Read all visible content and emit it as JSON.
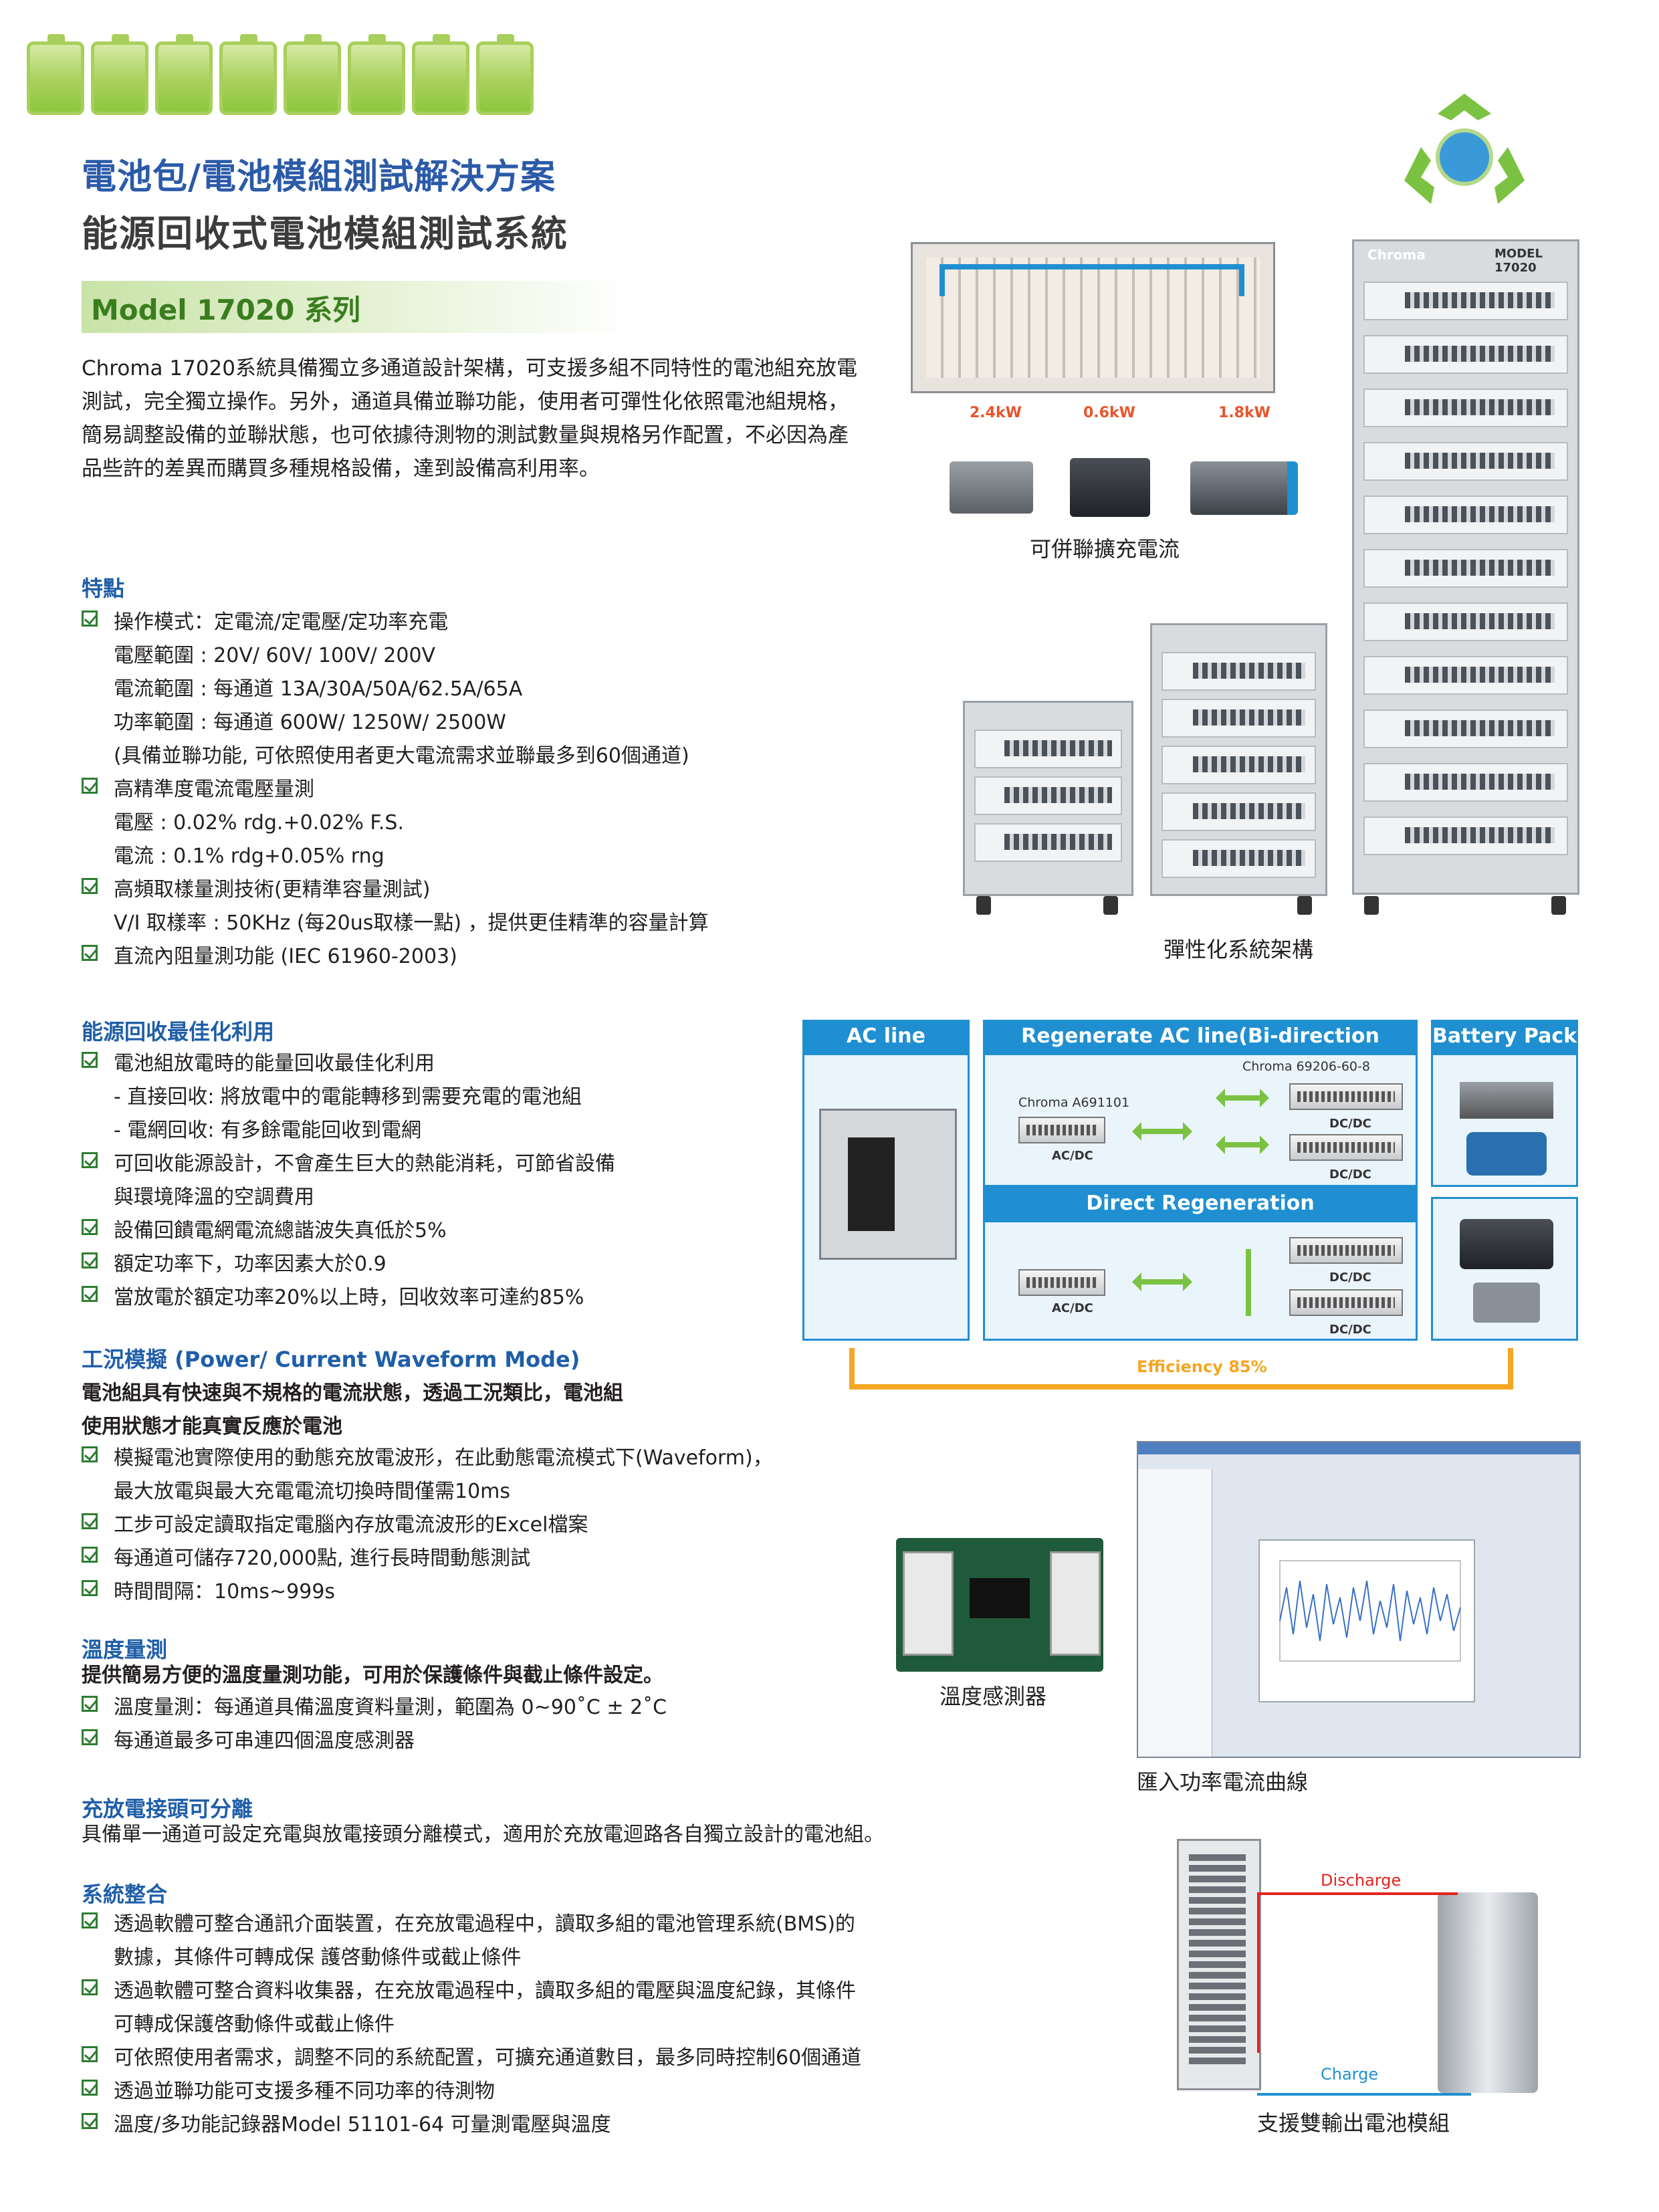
{
  "header": {
    "title_line1": "電池包/電池模組測試解決方案",
    "title_line2": "能源回收式電池模組測試系統",
    "model": "Model 17020 系列"
  },
  "intro": "Chroma 17020系統具備獨立多通道設計架構，可支援多組不同特性的電池組充放電測試，完全獨立操作。另外，通道具備並聯功能，使用者可彈性化依照電池組規格，簡易調整設備的並聯狀態，也可依據待測物的測試數量與規格另作配置，不必因為產品些許的差異而購買多種規格設備，達到設備高利用率。",
  "features": {
    "title": "特點",
    "items": [
      {
        "check": true,
        "text": "操作模式：定電流/定電壓/定功率充電"
      },
      {
        "check": false,
        "text": "電壓範圍 : 20V/ 60V/ 100V/ 200V"
      },
      {
        "check": false,
        "text": "電流範圍 : 每通道 13A/30A/50A/62.5A/65A"
      },
      {
        "check": false,
        "text": "功率範圍 : 每通道 600W/ 1250W/ 2500W"
      },
      {
        "check": false,
        "text": "(具備並聯功能, 可依照使用者更大電流需求並聯最多到60個通道)"
      },
      {
        "check": true,
        "text": "高精準度電流電壓量測"
      },
      {
        "check": false,
        "text": "電壓 : 0.02% rdg.+0.02% F.S."
      },
      {
        "check": false,
        "text": "電流 : 0.1% rdg+0.05% rng"
      },
      {
        "check": true,
        "text": "高頻取樣量測技術(更精準容量測試)"
      },
      {
        "check": false,
        "text": "V/I 取樣率 : 50KHz (每20us取樣一點) ，提供更佳精準的容量計算"
      },
      {
        "check": true,
        "text": "直流內阻量測功能 (IEC 61960-2003)"
      }
    ]
  },
  "energy": {
    "title": "能源回收最佳化利用",
    "items": [
      {
        "check": true,
        "text": "電池組放電時的能量回收最佳化利用"
      },
      {
        "check": false,
        "text": "- 直接回收: 將放電中的電能轉移到需要充電的電池組"
      },
      {
        "check": false,
        "text": "- 電網回收: 有多餘電能回收到電網"
      },
      {
        "check": true,
        "text": "可回收能源設計，不會產生巨大的熱能消耗，可節省設備"
      },
      {
        "check": false,
        "text": "與環境降溫的空調費用"
      },
      {
        "check": true,
        "text": "設備回饋電網電流總諧波失真低於5%"
      },
      {
        "check": true,
        "text": "額定功率下，功率因素大於0.9"
      },
      {
        "check": true,
        "text": "當放電於額定功率20%以上時，回收效率可達約85%"
      }
    ]
  },
  "waveform": {
    "title": "工況模擬 (Power/ Current Waveform Mode)",
    "lead1": "電池組具有快速與不規格的電流狀態，透過工況類比，電池組",
    "lead2": "使用狀態才能真實反應於電池",
    "items": [
      {
        "check": true,
        "text": "模擬電池實際使用的動態充放電波形，在此動態電流模式下(Waveform)，"
      },
      {
        "check": false,
        "text": "最大放電與最大充電電流切換時間僅需10ms"
      },
      {
        "check": true,
        "text": "工步可設定讀取指定電腦內存放電流波形的Excel檔案"
      },
      {
        "check": true,
        "text": "每通道可儲存720,000點, 進行長時間動態測試"
      },
      {
        "check": true,
        "text": "時間間隔：10ms~999s"
      }
    ]
  },
  "temperature": {
    "title": "溫度量測",
    "lead": "提供簡易方便的溫度量測功能，可用於保護條件與截止條件設定。",
    "items": [
      {
        "check": true,
        "text": "溫度量測：每通道具備溫度資料量測，範圍為 0~90˚C ± 2˚C"
      },
      {
        "check": true,
        "text": "每通道最多可串連四個溫度感測器"
      }
    ]
  },
  "separable": {
    "title": "充放電接頭可分離",
    "lead": "具備單一通道可設定充電與放電接頭分離模式，適用於充放電迴路各自獨立設計的電池組。"
  },
  "integration": {
    "title": "系統整合",
    "items": [
      {
        "check": true,
        "text": "透過軟體可整合通訊介面裝置，在充放電過程中，讀取多組的電池管理系統(BMS)的"
      },
      {
        "check": false,
        "text": "數據，其條件可轉成保 護啓動條件或截止條件"
      },
      {
        "check": true,
        "text": "透過軟體可整合資料收集器，在充放電過程中，讀取多組的電壓與溫度紀錄，其條件"
      },
      {
        "check": false,
        "text": "可轉成保護啓動條件或截止條件"
      },
      {
        "check": true,
        "text": "可依照使用者需求，調整不同的系統配置，可擴充通道數目，最多同時控制60個通道"
      },
      {
        "check": true,
        "text": "透過並聯功能可支援多種不同功率的待測物"
      },
      {
        "check": true,
        "text": "溫度/多功能記錄器Model 51101-64 可量測電壓與溫度"
      }
    ]
  },
  "captions": {
    "parallel": "可併聯擴充電流",
    "rack": "彈性化系統架構",
    "sensor": "溫度感測器",
    "curve": "匯入功率電流曲線",
    "dual": "支援雙輸出電池模組"
  },
  "parallel_powers": [
    "2.4kW",
    "0.6kW",
    "1.8kW"
  ],
  "rack_label": "MODEL 17020",
  "brand": "Chroma",
  "diagram": {
    "ac_line": "AC line",
    "regen": "Regenerate AC line(Bi-direction Circuit)",
    "battery_pack": "Battery Pack",
    "chroma_69206": "Chroma 69206-60-8",
    "chroma_a691101": "Chroma A691101",
    "acdc": "AC/DC",
    "dcdc": "DC/DC",
    "direct": "Direct Regeneration",
    "efficiency": "Efficiency 85%"
  },
  "dual_labels": {
    "discharge": "Discharge",
    "charge": "Charge"
  },
  "colors": {
    "blue_title": "#2b5aa8",
    "green": "#3a7d1f",
    "diagram_blue": "#1f8fd1",
    "arrow_green": "#7cc242",
    "efficiency_orange": "#f5a623"
  }
}
